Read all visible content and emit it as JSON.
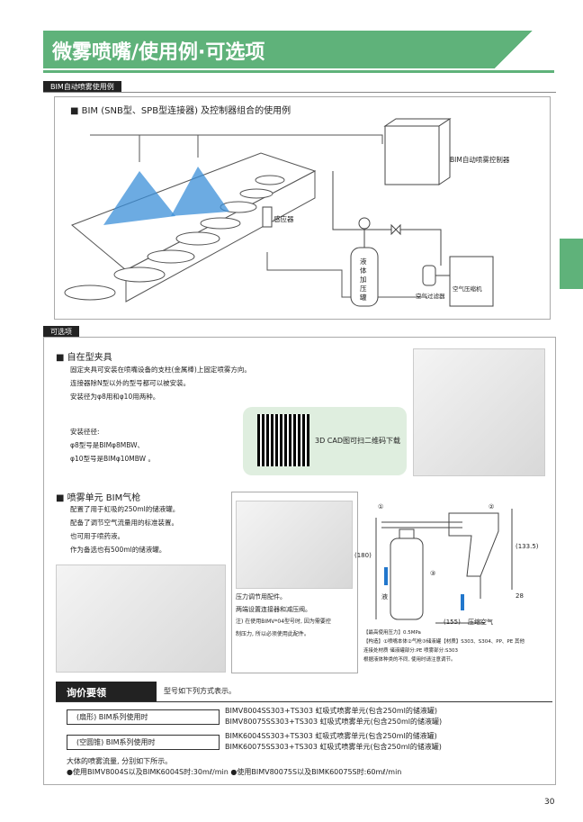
{
  "title": "微雾喷嘴/使用例·可选项",
  "section1": {
    "tag": "BIM自动喷雾使用例",
    "subtitle": "■ BIM (SNB型、SPB型连接器) 及控制器组合的使用例",
    "labels": {
      "controller": "BIM自动喷雾控制器",
      "sensor": "感应器",
      "tank": "液体加压罐",
      "filter": "空气过滤器",
      "compressor": "空气压缩机"
    }
  },
  "section2": {
    "tag": "可选项",
    "clamp": {
      "title": "■ 自在型夹具",
      "lines": [
        "固定夹具可安装在喷嘴设备的支柱(金属棒)上固定喷雾方向。",
        "连接器除N型以外的型号都可以被安装。",
        "安装径为φ8用和φ10用两种。"
      ],
      "install_title": "安装径径:",
      "install_lines": [
        "φ8型号是BIMφ8MBW、",
        "φ10型号是BIMφ10MBW 。"
      ],
      "qr_text": "3D CAD图可扫二维码下载"
    },
    "gun": {
      "title": "■ 喷雾单元 BIM气枪",
      "lines": [
        "配置了用于虹吸的250ml的储液罐。",
        "配备了调节空气流量用的标准装置。",
        "也可用于喷药液。",
        "作为备选也有500ml的储液罐。"
      ],
      "regulator_lines": [
        "压力调节用配件。",
        "两端设置连接器和减压阀。",
        "注) 在使用BIMV*04型号时, 因为需要控",
        "制压力, 所以必须使用此配件。"
      ],
      "dims": {
        "d180": "(180)",
        "d133": "(133.5)",
        "d155": "(155)",
        "d28": "28",
        "liquid": "液",
        "air": "压缩空气",
        "n1": "①",
        "n2": "②",
        "n3": "③"
      },
      "spec_lines": [
        "【最高使用压力】0.5MPa",
        "【构造】①喷嘴本体②气枪③储液罐【材质】S303、S304、PP、PE 其他",
        "连接处材质 储液罐部分:PE 喷雾部分:S303",
        "根据液体种类的不同, 使用时请注意调节。"
      ]
    }
  },
  "inquiry": {
    "label": "询价要领",
    "intro": "型号如下列方式表示。",
    "rows": [
      {
        "tag": "(扇形) BIM系列使用时",
        "lines": [
          "BIMV8004SS303+TS303 虹吸式喷雾单元(包含250ml的储液罐)",
          "BIMV80075SS303+TS303 虹吸式喷雾单元(包含250ml的储液罐)"
        ]
      },
      {
        "tag": "(空圆锥) BIM系列使用时",
        "lines": [
          "BIMK6004SS303+TS303 虹吸式喷雾单元(包含250ml的储液罐)",
          "BIMK60075SS303+TS303 虹吸式喷雾单元(包含250ml的储液罐)"
        ]
      }
    ],
    "flow_title": "大体的喷雾流量, 分别如下所示。",
    "flow_line": "●使用BIMV8004S以及BIMK6004S时:30mℓ/min ●使用BIMV80075S以及BIMK60075S时:60mℓ/min"
  },
  "page_number": "30"
}
